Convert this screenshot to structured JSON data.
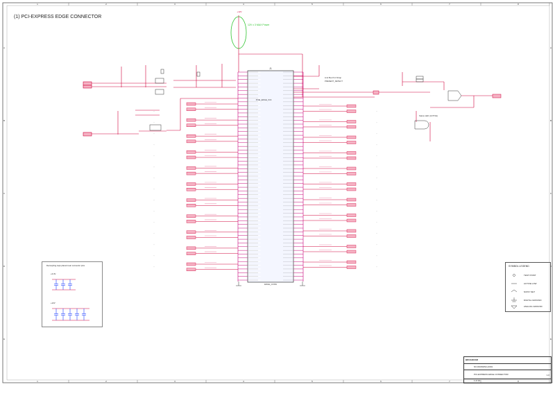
{
  "sheet": {
    "title": "(1) PCI-EXPRESS EDGE CONNECTOR",
    "column_markers": [
      "1",
      "2",
      "3",
      "4",
      "5",
      "6",
      "7",
      "8"
    ],
    "row_markers": [
      "A",
      "B",
      "C",
      "D",
      "E"
    ]
  },
  "annotation": {
    "note_green": "12V x 3 MAX Power"
  },
  "connector": {
    "refdes": "J1",
    "part": "PCIE_EDGE_X16",
    "footer": "EDGE_CONN"
  },
  "notes": {
    "right_top": "Link Bus Port Strap",
    "right_top2": "PRESENT_DETECT",
    "led": "Status LED (ACTIVE)"
  },
  "decap_box": {
    "title": "Decoupling caps placed near connector pins",
    "rail1": "+3.3V",
    "rail2": "+12V"
  },
  "legend": {
    "title": "SYMBOL LEGEND",
    "items": [
      "TEST POINT",
      "ACTIVE LOW",
      "NOISY NET",
      "DIGITAL GROUND",
      "ANALOG GROUND"
    ]
  },
  "title_block": {
    "company": "BROADCOM",
    "doc_no": "NX-DRAWING-0001",
    "title": "PCI-EXPRESS EDGE CONNECTOR",
    "rev": "1.0",
    "sheet": "1 of 10"
  }
}
